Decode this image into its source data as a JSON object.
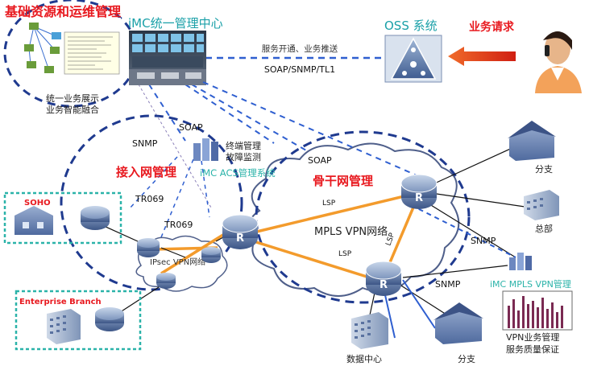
{
  "colors": {
    "red": "#e8191f",
    "teal": "#1aa0a8",
    "navy": "#1f3a8f",
    "dash_blue": "#2f5fd0",
    "orange": "#f39b2c",
    "black": "#111111",
    "cloud_fill": "#ffffff",
    "cloud_stroke": "#5a6e9c",
    "teal_box": "#2bb3a9"
  },
  "sections": {
    "basic_resources": "基础资源和运维管理",
    "unified_display": "统一业务展示",
    "intelligent_fusion": "业务智能融合",
    "imc_center": "iMC统一管理中心",
    "oss": "OSS 系统",
    "service_request": "业务请求",
    "service_provision": "服务开通、业务推送",
    "soap_snmp_tl1": "SOAP/SNMP/TL1",
    "access_mgmt": "接入网管理",
    "backbone_mgmt": "骨干网管理",
    "terminal_mgmt": "终端管理",
    "fault_monitor": "故障监测",
    "acs_system": "iMC ACS管理系统",
    "mpls_vpn_network": "MPLS VPN网络",
    "ipsec_vpn_network": "IPsec VPN网络",
    "soho": "SOHO",
    "enterprise_branch": "Enterprise Branch",
    "branch_right": "分支",
    "headquarters": "总部",
    "data_center": "数据中心",
    "branch_bottom": "分支",
    "imc_mpls_vpn": "iMC MPLS VPN管理",
    "vpn_service_mgmt": "VPN业务管理",
    "service_quality": "服务质量保证"
  },
  "labels": {
    "snmp_1": "SNMP",
    "soap_1": "SOAP",
    "soap_2": "SOAP",
    "tr069_1": "TR069",
    "tr069_2": "TR069",
    "snmp_2": "SNMP",
    "snmp_3": "SNMP",
    "lsp_1": "LSP",
    "lsp_2": "LSP",
    "lsp_3": "LSP",
    "router_letter": "R"
  },
  "icons": {
    "router": "router-icon",
    "building": "building-icon",
    "house": "house-icon",
    "person": "operator-person-icon",
    "oss_triangle": "oss-triangle-icon",
    "server": "server-icon",
    "chart": "bar-chart-icon",
    "network_topology": "topology-thumbnail-icon",
    "arrow": "request-arrow-icon"
  }
}
